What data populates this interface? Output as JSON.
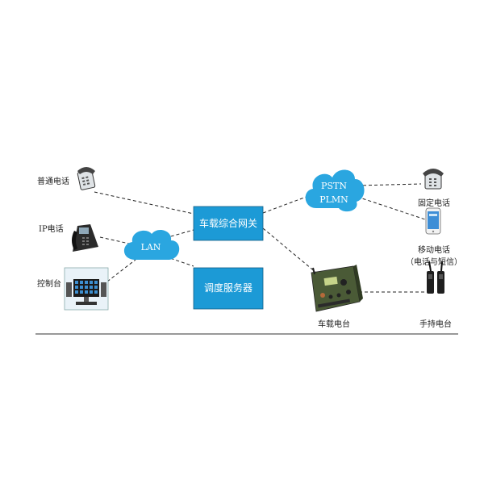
{
  "colors": {
    "box_fill": "#1c9ad6",
    "cloud_fill": "#2aa6e0",
    "line": "#222222"
  },
  "nodes": {
    "ordinary_phone": {
      "label": "普通电话",
      "icon": "desk-phone-icon"
    },
    "ip_phone": {
      "label": "IP电话",
      "icon": "ip-phone-icon"
    },
    "console": {
      "label": "控制台",
      "icon": "console-monitor-icon"
    },
    "lan": {
      "label": "LAN",
      "icon": "cloud-icon"
    },
    "gateway": {
      "label": "车载综合网关"
    },
    "dispatch_server": {
      "label": "调度服务器"
    },
    "pstn_plmn": {
      "line1": "PSTN",
      "line2": "PLMN",
      "icon": "cloud-icon"
    },
    "fixed_phone": {
      "label": "固定电话",
      "icon": "desk-phone-icon"
    },
    "mobile_phone": {
      "label": "移动电话",
      "sublabel": "（电话与短信）",
      "icon": "smartphone-icon"
    },
    "vehicle_radio": {
      "label": "车载电台",
      "icon": "vehicle-radio-icon"
    },
    "handheld_radio": {
      "label": "手持电台",
      "icon": "walkie-talkie-icon"
    }
  }
}
